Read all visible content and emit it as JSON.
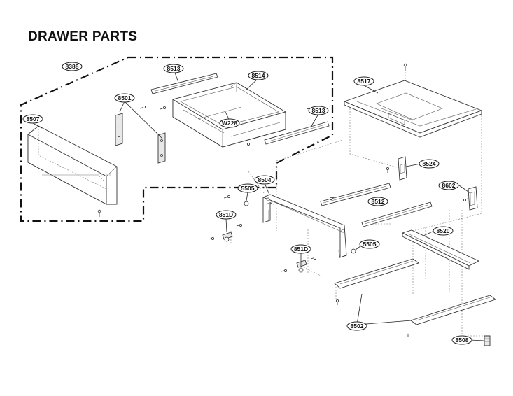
{
  "title": "DRAWER PARTS",
  "labels": {
    "l8388": "8388",
    "l8513a": "8513",
    "l8514": "8514",
    "l8517": "8517",
    "l8501": "8501",
    "l8507": "8507",
    "lW228": "W228",
    "l8513b": "8513",
    "l8524": "8524",
    "l8602": "8602",
    "l5505a": "5505",
    "l8504": "8504",
    "l8512": "8512",
    "l851Da": "851D",
    "l8520": "8520",
    "l5505b": "5505",
    "l851Db": "851D",
    "l8502": "8502",
    "l8508": "8508"
  }
}
